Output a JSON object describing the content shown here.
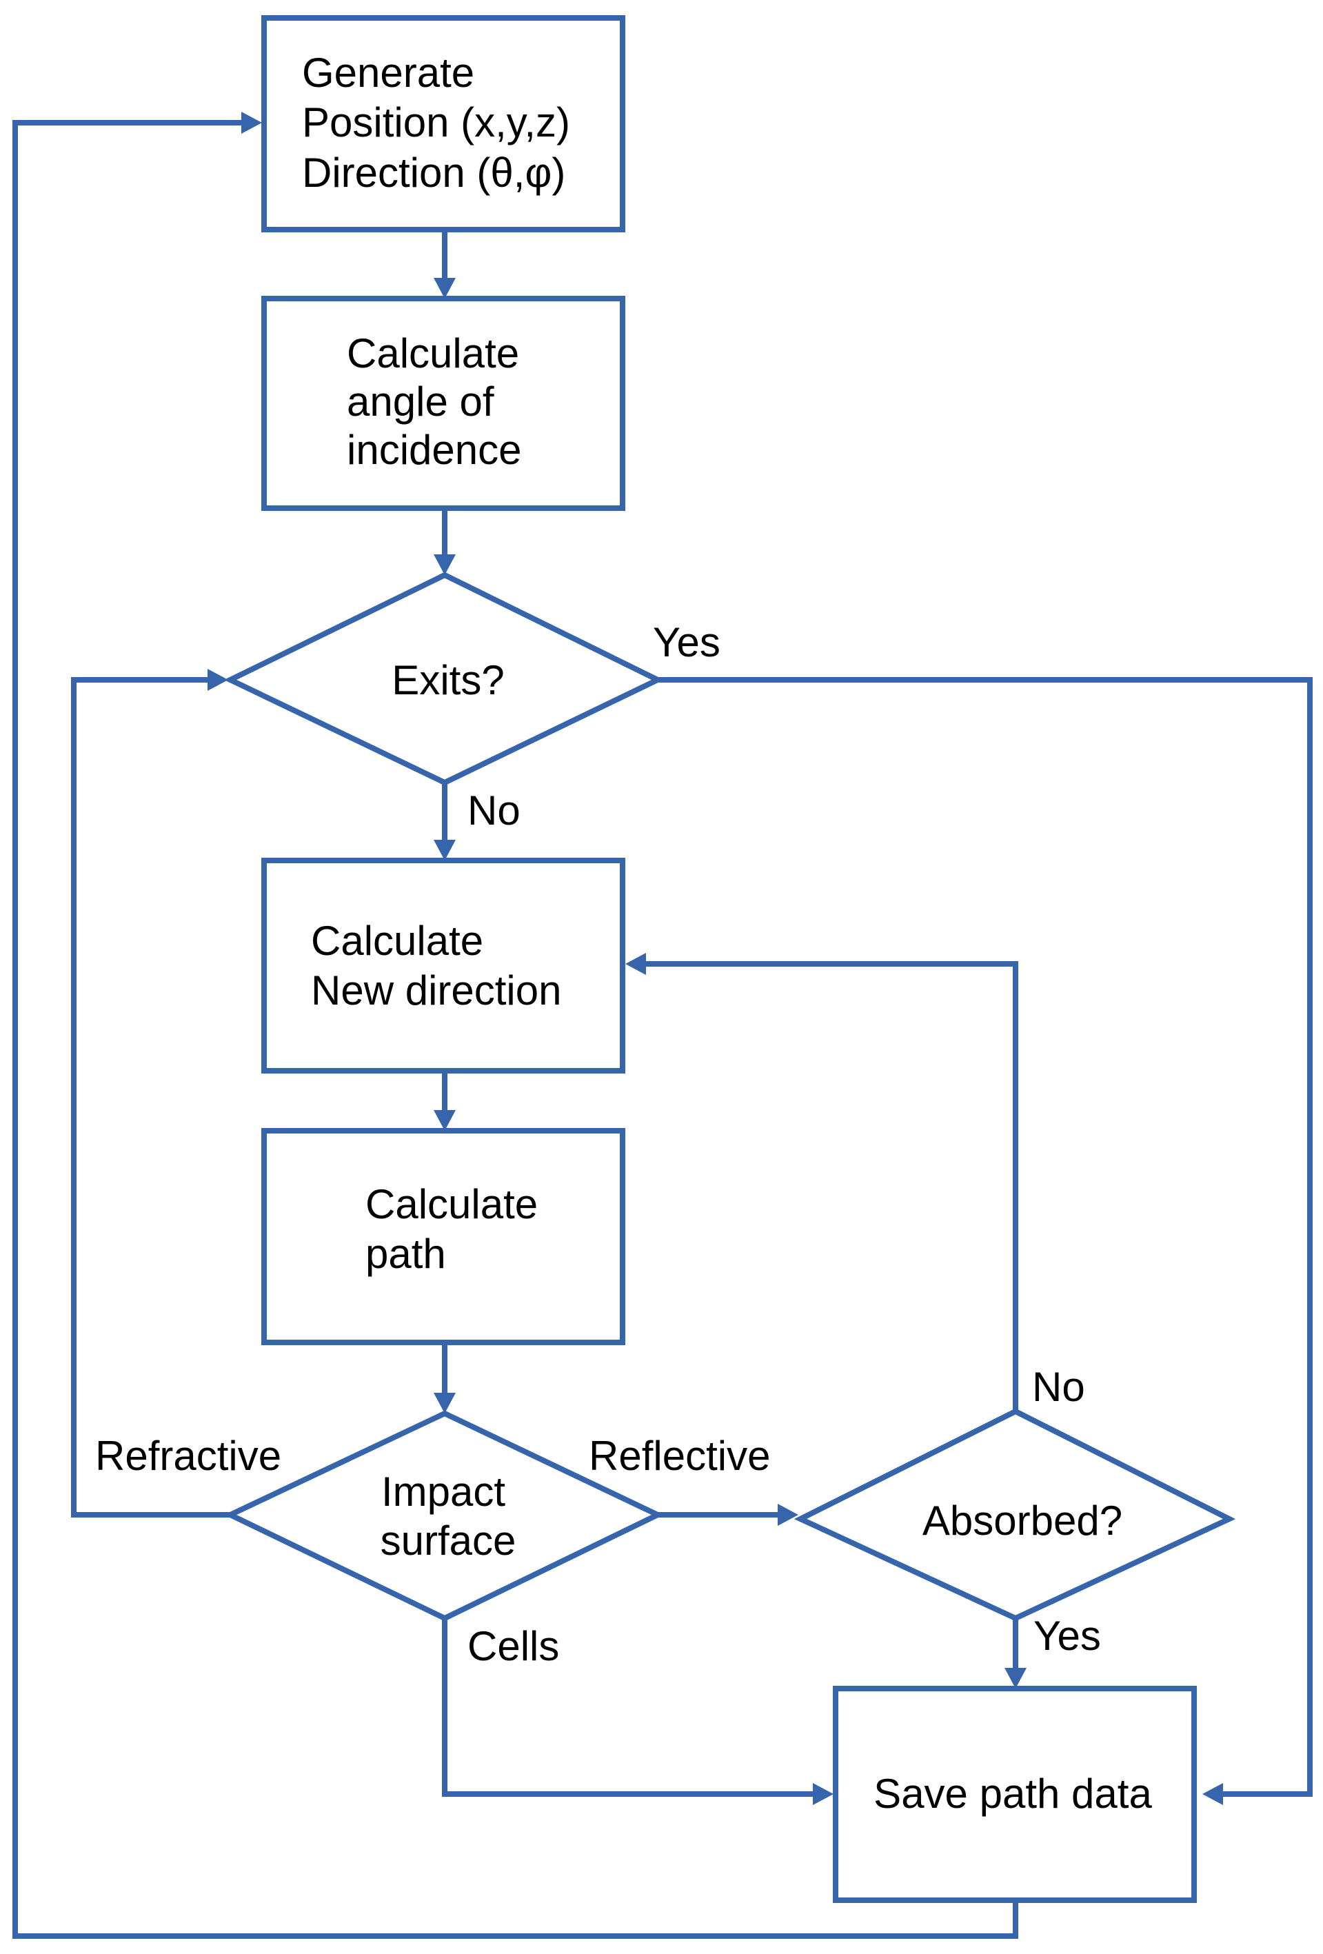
{
  "nodes": {
    "generate": {
      "lines": [
        "Generate",
        "Position (x,y,z)",
        "Direction (θ,φ)"
      ]
    },
    "angle": {
      "lines": [
        "Calculate",
        "angle of",
        "incidence"
      ]
    },
    "exits": {
      "lines": [
        "Exits?"
      ]
    },
    "new_direction": {
      "lines": [
        "Calculate",
        "New direction"
      ]
    },
    "path": {
      "lines": [
        "Calculate",
        "path"
      ]
    },
    "impact": {
      "lines": [
        "Impact",
        "surface"
      ]
    },
    "absorbed": {
      "lines": [
        "Absorbed?"
      ]
    },
    "save": {
      "lines": [
        "Save path data"
      ]
    }
  },
  "edge_labels": {
    "exits_yes": "Yes",
    "exits_no": "No",
    "impact_refractive": "Refractive",
    "impact_reflective": "Reflective",
    "impact_cells": "Cells",
    "absorbed_no": "No",
    "absorbed_yes": "Yes"
  },
  "colors": {
    "stroke": "#3765ab",
    "text": "#000000",
    "background": "#ffffff"
  }
}
